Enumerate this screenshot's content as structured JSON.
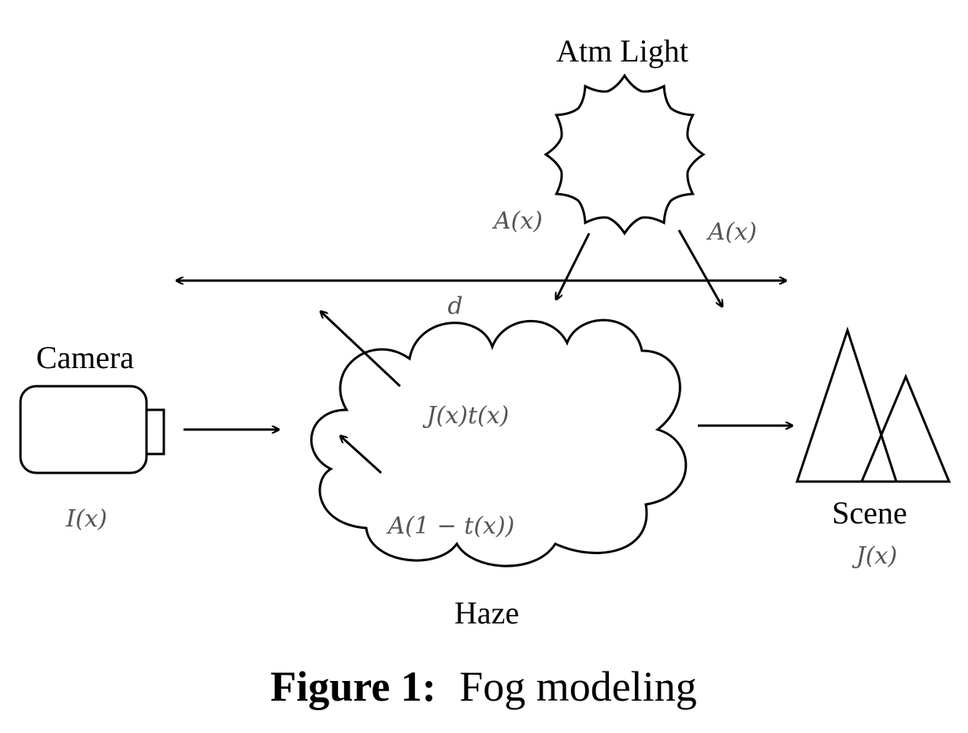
{
  "labels": {
    "atm_light": "Atm Light",
    "camera": "Camera",
    "scene": "Scene",
    "haze": "Haze"
  },
  "math": {
    "a_left": "A(x)",
    "a_right": "A(x)",
    "distance": "d",
    "direct_transmission": "J(x)t(x)",
    "airlight": "A(1 − t(x))",
    "camera_intensity": "I(x)",
    "scene_radiance": "J(x)"
  },
  "caption": {
    "prefix": "Figure 1:",
    "text": "Fog modeling"
  },
  "colors": {
    "stroke": "#000000",
    "math_text": "#555555",
    "background": "#ffffff"
  }
}
